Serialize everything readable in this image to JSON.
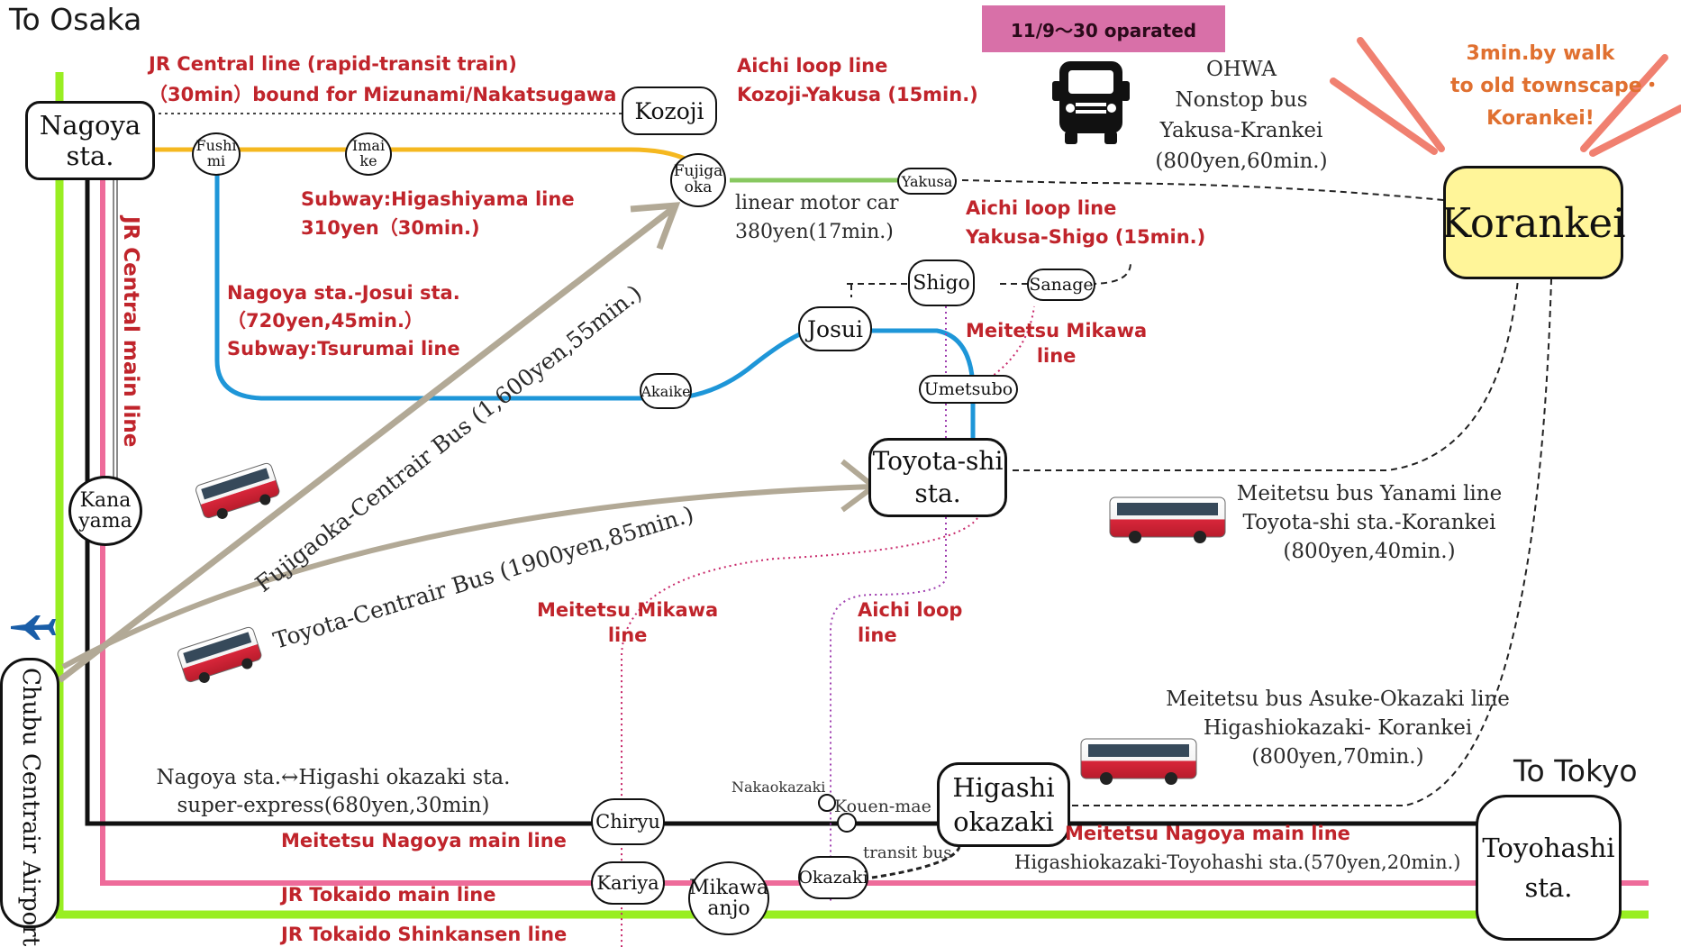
{
  "corner_labels": {
    "to_osaka": "To Osaka",
    "to_tokyo": "To Tokyo"
  },
  "operation_badge": "11/9～30 oparated",
  "walk_note": [
    "3min.by walk",
    "to old townscape・",
    "Korankei!"
  ],
  "stations": {
    "nagoya": "Nagoya\nsta.",
    "kozoji": "Kozoji",
    "fushimi": "Fushi\nmi",
    "imaike": "Imai\nke",
    "fujigaoka": "Fujiga\noka",
    "yakusa": "Yakusa",
    "shigo": "Shigo",
    "sanage": "Sanage",
    "josui": "Josui",
    "akaike": "Akaike",
    "umetsubo": "Umetsubo",
    "toyotashi": "Toyota-shi\nsta.",
    "kanayama": "Kana\nyama",
    "airport": "Chubu Centrair Airport",
    "chiryu": "Chiryu",
    "kariya": "Kariya",
    "mikawa_anjo": "Mikawa\nanjo",
    "okazaki": "Okazaki",
    "nakaokazaki": "Nakaokazaki",
    "kouenmae": "Kouen-mae",
    "higashi_okazaki": "Higashi\nokazaki",
    "toyohashi": "Toyohashi\nsta.",
    "korankei": "Korankei"
  },
  "lines": {
    "jr_central_rapid": [
      "JR Central line (rapid-transit train)",
      "（30min）bound for Mizunami/Nakatsugawa"
    ],
    "aichi_kozoji": [
      "Aichi loop line",
      "Kozoji-Yakusa (15min.)"
    ],
    "higashiyama": [
      "Subway:Higashiyama line",
      "310yen（30min.)"
    ],
    "tsurumai": [
      "Nagoya sta.-Josui sta.",
      "（720yen,45min.）",
      "Subway:Tsurumai line"
    ],
    "jr_central_main": "JR Central main line",
    "aichi_shigo": [
      "Aichi loop line",
      "Yakusa-Shigo (15min.)"
    ],
    "mikawa_upper": [
      "Meitetsu Mikawa",
      "line"
    ],
    "mikawa_lower": [
      "Meitetsu Mikawa",
      "line"
    ],
    "aichi_lower": [
      "Aichi loop",
      "line"
    ],
    "nagoya_main_left": "Meitetsu Nagoya main line",
    "tokaido": "JR Tokaido main line",
    "shinkansen": "JR Tokaido Shinkansen line",
    "nagoya_main_right": "Meitetsu Nagoya main line",
    "transit_bus": "transit bus"
  },
  "routes": {
    "linear": [
      "linear motor car",
      "380yen(17min.)"
    ],
    "ohwa": [
      "OHWA",
      "Nonstop bus",
      "Yakusa-Krankei",
      "(800yen,60min.)"
    ],
    "fujigaoka_bus": "Fujigaoka-Centrair Bus (1,600yen,55min.)",
    "toyota_bus": "Toyota-Centrair Bus (1900yen,85min.)",
    "yanami": [
      "Meitetsu bus Yanami line",
      "Toyota-shi sta.-Korankei",
      "(800yen,40min.)"
    ],
    "asuke": [
      "Meitetsu bus Asuke-Okazaki line",
      "Higashiokazaki- Korankei",
      "(800yen,70min.)"
    ],
    "express": [
      "Nagoya sta.↔Higashi okazaki sta.",
      "super-express(680yen,30min)"
    ],
    "toyohashi_fare": "Higashiokazaki-Toyohashi sta.(570yen,20min.)"
  },
  "icons": [
    "airplane-icon",
    "bus-front-icon",
    "bus-icon"
  ],
  "colors": {
    "shinkansen": "#99ee22",
    "jr_tokaido": "#ee6b9a",
    "meitetsu_main": "#111111",
    "higashiyama": "#f5b820",
    "tsurumai": "#1e96d8",
    "linear": "#88c860",
    "jr_central": "#8a8a8a",
    "centrair_bus": "#b2a996",
    "mikawa_line": "#c8286a",
    "aichi_loop": "#a040b0",
    "label_red": "#c0242b",
    "korankei_fill": "#fff599",
    "badge": "#d870a8",
    "walk_rays": "#f08070"
  }
}
